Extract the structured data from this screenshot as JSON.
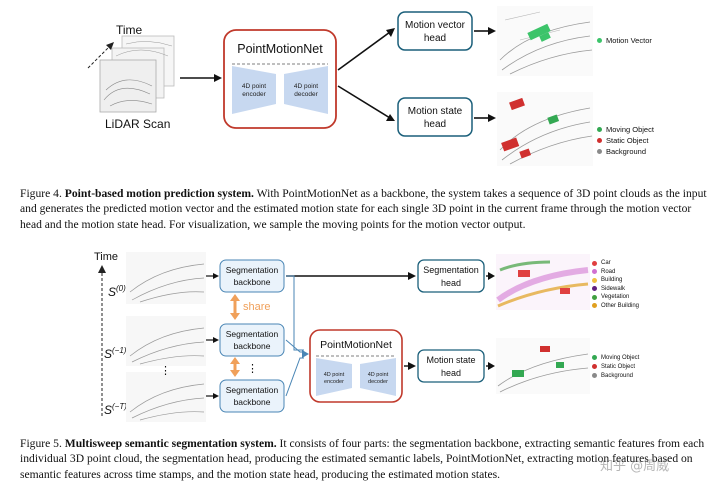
{
  "fig4": {
    "time_label": "Time",
    "lidar_label": "LiDAR Scan",
    "net_title": "PointMotionNet",
    "encoder_label_1": "4D point",
    "encoder_label_2": "encoder",
    "decoder_label_1": "4D point",
    "decoder_label_2": "decoder",
    "head1_line1": "Motion vector",
    "head1_line2": "head",
    "head2_line1": "Motion state",
    "head2_line2": "head",
    "legend1": [
      {
        "label": "Motion Vector",
        "color": "#3cc46a"
      }
    ],
    "legend2": [
      {
        "label": "Moving Object",
        "color": "#33a852"
      },
      {
        "label": "Static Object",
        "color": "#d0302f"
      },
      {
        "label": "Background",
        "color": "#8a8a8a"
      }
    ],
    "caption_prefix": "Figure 4.",
    "caption_bold": "Point-based motion prediction system.",
    "caption_rest": " With PointMotionNet as a backbone, the system takes a sequence of 3D point clouds as the input and generates the predicted motion vector and the estimated motion state for each single 3D point in the current frame through the motion vector head and the motion state head. For visualization, we sample the moving points for the motion vector output."
  },
  "fig5": {
    "time_label": "Time",
    "s0": "S",
    "s0_sup": "(0)",
    "s1": "S",
    "s1_sup": "(−1)",
    "sT": "S",
    "sT_sup": "(−T)",
    "seg1_line1": "Segmentation",
    "seg1_line2": "backbone",
    "seg2_line1": "Segmentation",
    "seg2_line2": "backbone",
    "seg3_line1": "Segmentation",
    "seg3_line2": "backbone",
    "share_label": "share",
    "dots": "⋮",
    "net_title": "PointMotionNet",
    "encoder_label_1": "4D point",
    "encoder_label_2": "encoder",
    "decoder_label_1": "4D point",
    "decoder_label_2": "decoder",
    "seg_head_line1": "Segmentation",
    "seg_head_line2": "head",
    "state_head_line1": "Motion state",
    "state_head_line2": "head",
    "legend_seg": [
      {
        "label": "Car",
        "color": "#e04040"
      },
      {
        "label": "Road",
        "color": "#d070d0"
      },
      {
        "label": "Building",
        "color": "#f0c040"
      },
      {
        "label": "Sidewalk",
        "color": "#602080"
      },
      {
        "label": "Vegetation",
        "color": "#40a040"
      },
      {
        "label": "Other Building",
        "color": "#e0a020"
      }
    ],
    "legend_state": [
      {
        "label": "Moving Object",
        "color": "#33a852"
      },
      {
        "label": "Static Object",
        "color": "#d0302f"
      },
      {
        "label": "Background",
        "color": "#8a8a8a"
      }
    ],
    "caption_prefix": "Figure 5.",
    "caption_bold": "Multisweep semantic segmentation system.",
    "caption_rest": " It consists of four parts: the segmentation backbone, extracting semantic features from each individual 3D point cloud, the segmentation head, producing the estimated semantic labels, PointMotionNet, extracting motion features based on semantic features across time stamps, and the motion state head, producing the estimated motion states."
  },
  "watermark": "知乎 @周威"
}
